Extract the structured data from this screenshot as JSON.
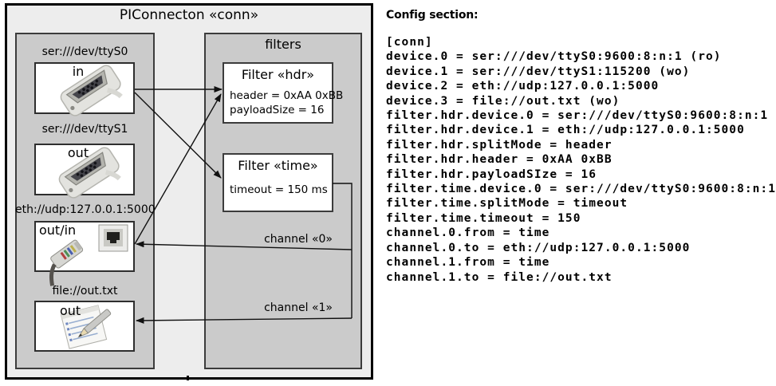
{
  "diagram": {
    "title": "PIConnecton «conn»",
    "filters_panel_title": "filters",
    "devices": [
      {
        "label": "ser:///dev/ttyS0",
        "port": "in",
        "icon": "serial-connector"
      },
      {
        "label": "ser:///dev/ttyS1",
        "port": "out",
        "icon": "serial-connector"
      },
      {
        "label": "eth://udp:127.0.0.1:5000",
        "port": "out/in",
        "icon": "ethernet-connector"
      },
      {
        "label": "file://out.txt",
        "port": "out",
        "icon": "notepad"
      }
    ],
    "filters": [
      {
        "title": "Filter «hdr»",
        "properties": [
          "header = 0xAA 0xBB",
          "payloadSize = 16"
        ]
      },
      {
        "title": "Filter «time»",
        "properties": [
          "timeout = 150 ms"
        ]
      }
    ],
    "channels": [
      {
        "label": "channel «0»"
      },
      {
        "label": "channel «1»"
      }
    ]
  },
  "config": {
    "heading": "Config section:",
    "lines": [
      "[conn]",
      "device.0 = ser:///dev/ttyS0:9600:8:n:1 (ro)",
      "device.1 = ser:///dev/ttyS1:115200 (wo)",
      "device.2 = eth://udp:127.0.0.1:5000",
      "device.3 = file://out.txt (wo)",
      "filter.hdr.device.0 = ser:///dev/ttyS0:9600:8:n:1",
      "filter.hdr.device.1 = eth://udp:127.0.0.1:5000",
      "filter.hdr.splitMode = header",
      "filter.hdr.header = 0xAA 0xBB",
      "filter.hdr.payloadSIze = 16",
      "filter.time.device.0 = ser:///dev/ttyS0:9600:8:n:1",
      "filter.time.splitMode = timeout",
      "filter.time.timeout = 150",
      "channel.0.from = time",
      "channel.0.to = eth://udp:127.0.0.1:5000",
      "channel.1.from = time",
      "channel.1.to = file://out.txt"
    ]
  },
  "colors": {
    "outer_fill": "#ededed",
    "panel_fill": "#cbcbcb",
    "box_fill": "#ffffff",
    "line": "#111111"
  }
}
